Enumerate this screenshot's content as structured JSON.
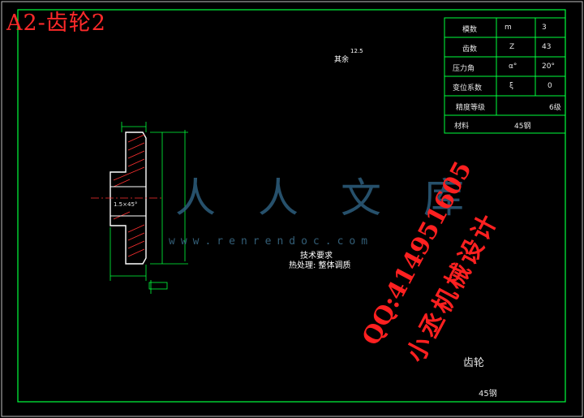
{
  "sheet_title": "A2-齿轮2",
  "parameters": [
    {
      "name": "模数",
      "symbol": "m",
      "value": "3"
    },
    {
      "name": "齿数",
      "symbol": "Z",
      "value": "43"
    },
    {
      "name": "压力角",
      "symbol": "α°",
      "value": "20°"
    },
    {
      "name": "变位系数",
      "symbol": "ξ",
      "value": "0"
    },
    {
      "name": "精度等级",
      "symbol": "",
      "value": "6级"
    },
    {
      "name": "材料",
      "symbol": "",
      "value": "45钢"
    }
  ],
  "surface_note": "其余",
  "surface_value": "12.5",
  "chamfer_label": "1.5×45°",
  "tech_notes": [
    "技术要求",
    "热处理: 整体调质"
  ],
  "title_block": {
    "part_name": "齿轮",
    "material": "45钢"
  },
  "watermark": {
    "brand": "人人文库",
    "site": "www.renrendoc.com"
  },
  "promo_lines": [
    "QQ:414951605",
    "小丞机械设计"
  ],
  "colors": {
    "background": "#000000",
    "frame": "#00ff3c",
    "outline": "#ffffff",
    "hatch": "#ff3030",
    "dimension": "#00ff3c",
    "center_line": "#ff3030",
    "title": "#ff2a2a"
  }
}
